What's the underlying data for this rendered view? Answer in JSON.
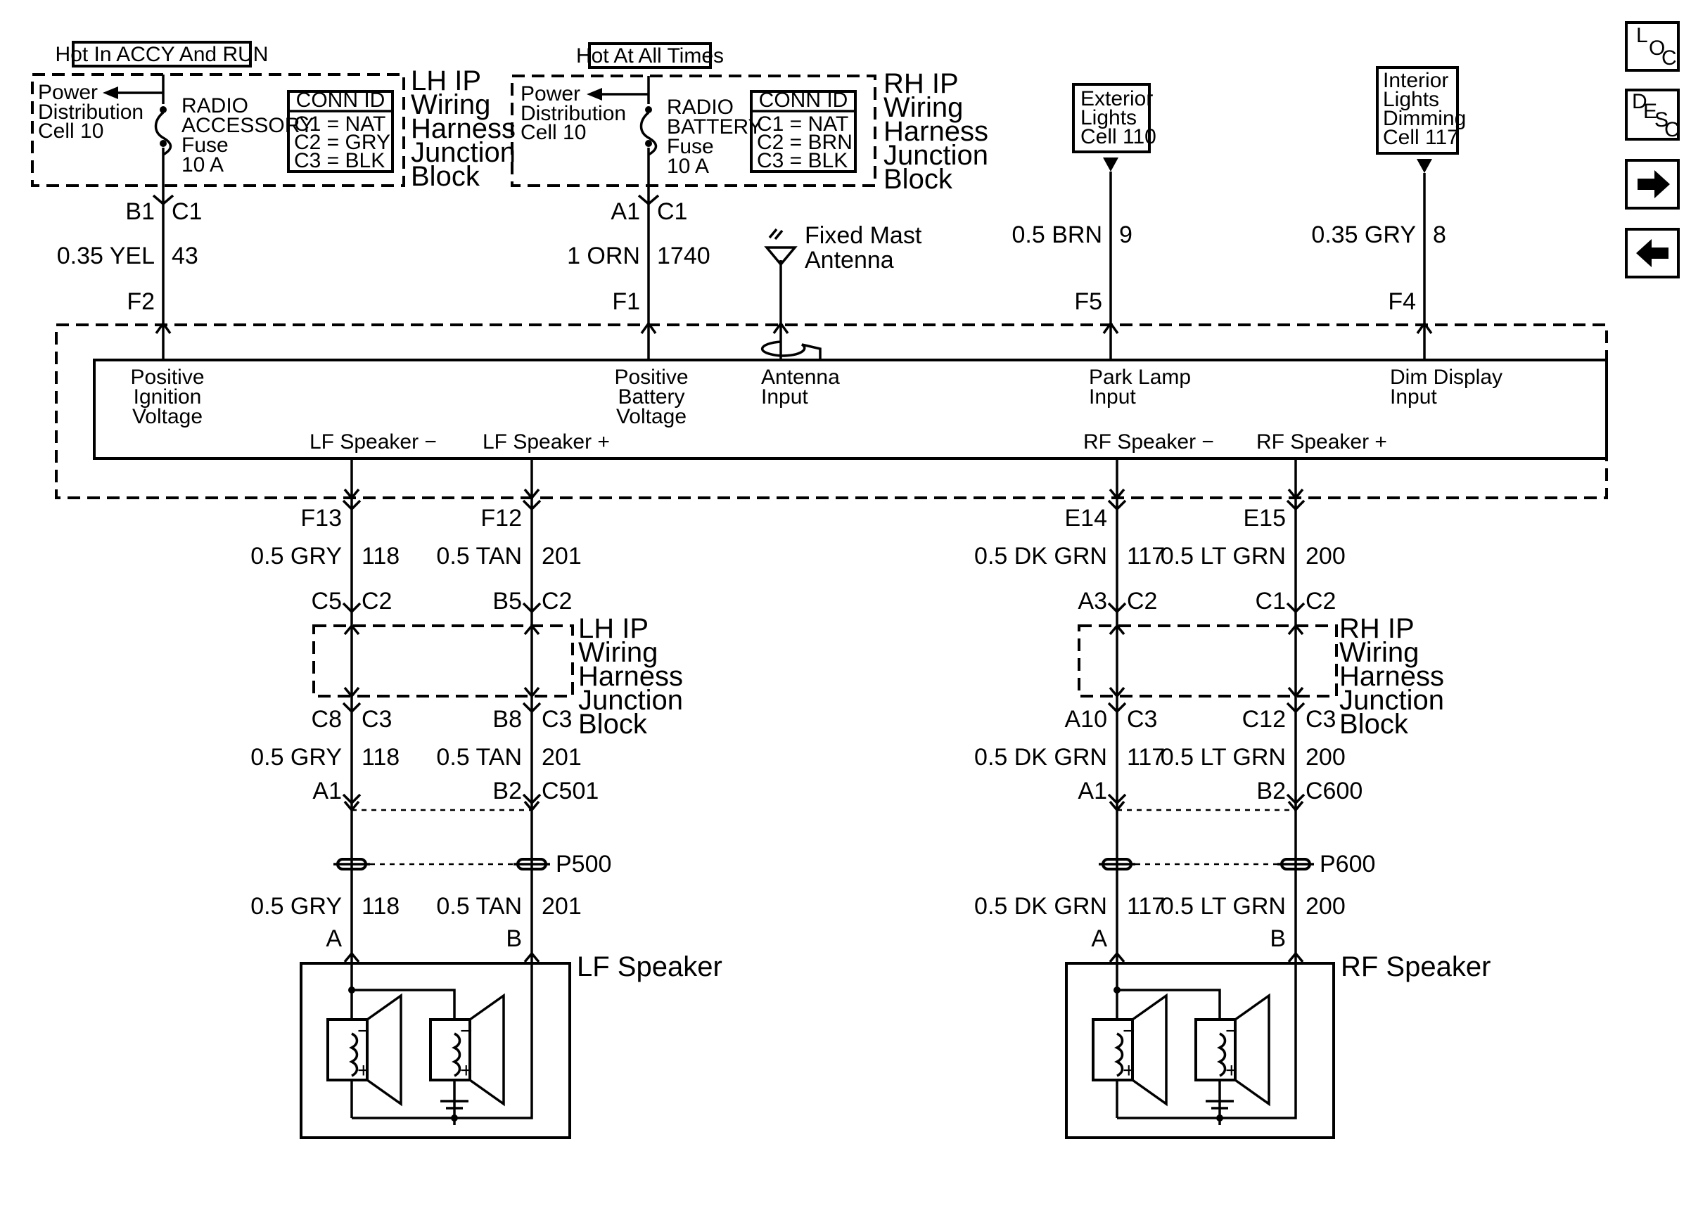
{
  "supply": {
    "lh": {
      "title": "Hot In ACCY And RUN",
      "pdc": [
        "Power",
        "Distribution",
        "Cell 10"
      ],
      "fuse": [
        "RADIO",
        "ACCESSORY",
        "Fuse",
        "10 A"
      ],
      "conn_title": "CONN ID",
      "conn": [
        "C1 = NAT",
        "C2 = GRY",
        "C3 = BLK"
      ],
      "block": [
        "LH IP",
        "Wiring",
        "Harness",
        "Junction",
        "Block"
      ]
    },
    "rh": {
      "title": "Hot At All Times",
      "pdc": [
        "Power",
        "Distribution",
        "Cell 10"
      ],
      "fuse": [
        "RADIO",
        "BATTERY",
        "Fuse",
        "10 A"
      ],
      "conn_title": "CONN ID",
      "conn": [
        "C1 = NAT",
        "C2 = BRN",
        "C3 = BLK"
      ],
      "block": [
        "RH IP",
        "Wiring",
        "Harness",
        "Junction",
        "Block"
      ]
    }
  },
  "refs": {
    "exterior": [
      "Exterior",
      "Lights",
      "Cell 110"
    ],
    "interior": [
      "Interior",
      "Lights",
      "Dimming",
      "Cell 117"
    ]
  },
  "antenna": [
    "Fixed Mast",
    "Antenna"
  ],
  "top_wires": [
    {
      "pin_top": "B1",
      "conn_top": "C1",
      "wire": "0.35 YEL",
      "circuit": "43",
      "radio_pin": "F2"
    },
    {
      "pin_top": "A1",
      "conn_top": "C1",
      "wire": "1 ORN",
      "circuit": "1740",
      "radio_pin": "F1"
    },
    {
      "wire": "0.5 BRN",
      "circuit": "9",
      "radio_pin": "F5"
    },
    {
      "wire": "0.35 GRY",
      "circuit": "8",
      "radio_pin": "F4"
    }
  ],
  "radio": {
    "inputs": [
      [
        "Positive",
        "Ignition",
        "Voltage"
      ],
      [
        "Positive",
        "Battery",
        "Voltage"
      ],
      [
        "Antenna",
        "Input"
      ],
      [
        "Park Lamp",
        "Input"
      ],
      [
        "Dim Display",
        "Input"
      ]
    ],
    "outputs": [
      "LF Speaker −",
      "LF Speaker +",
      "RF Speaker −",
      "RF Speaker +"
    ]
  },
  "lower": {
    "lf": {
      "wires": [
        {
          "radio_pin": "F13",
          "wire": "0.5 GRY",
          "circuit": "118",
          "jb_in_pin": "C5",
          "jb_in_conn": "C2",
          "jb_out_pin": "C8",
          "jb_out_conn": "C3",
          "inline_pin": "A1",
          "spk_pin": "A"
        },
        {
          "radio_pin": "F12",
          "wire": "0.5 TAN",
          "circuit": "201",
          "jb_in_pin": "B5",
          "jb_in_conn": "C2",
          "jb_out_pin": "B8",
          "jb_out_conn": "C3",
          "inline_pin": "B2",
          "spk_pin": "B"
        }
      ],
      "block": [
        "LH IP",
        "Wiring",
        "Harness",
        "Junction",
        "Block"
      ],
      "inline_conn": "C501",
      "pass_through": "P500",
      "speaker": "LF Speaker"
    },
    "rf": {
      "wires": [
        {
          "radio_pin": "E14",
          "wire": "0.5 DK GRN",
          "circuit": "117",
          "jb_in_pin": "A3",
          "jb_in_conn": "C2",
          "jb_out_pin": "A10",
          "jb_out_conn": "C3",
          "inline_pin": "A1",
          "spk_pin": "A"
        },
        {
          "radio_pin": "E15",
          "wire": "0.5 LT GRN",
          "circuit": "200",
          "jb_in_pin": "C1",
          "jb_in_conn": "C2",
          "jb_out_pin": "C12",
          "jb_out_conn": "C3",
          "inline_pin": "B2",
          "spk_pin": "B"
        }
      ],
      "block": [
        "RH IP",
        "Wiring",
        "Harness",
        "Junction",
        "Block"
      ],
      "inline_conn": "C600",
      "pass_through": "P600",
      "speaker": "RF Speaker"
    }
  },
  "nav": {
    "loc": [
      "L",
      "O",
      "C"
    ],
    "desc": [
      "D",
      "E",
      "S",
      "C"
    ],
    "forward_icon": "arrow-right-icon",
    "back_icon": "arrow-left-icon"
  }
}
